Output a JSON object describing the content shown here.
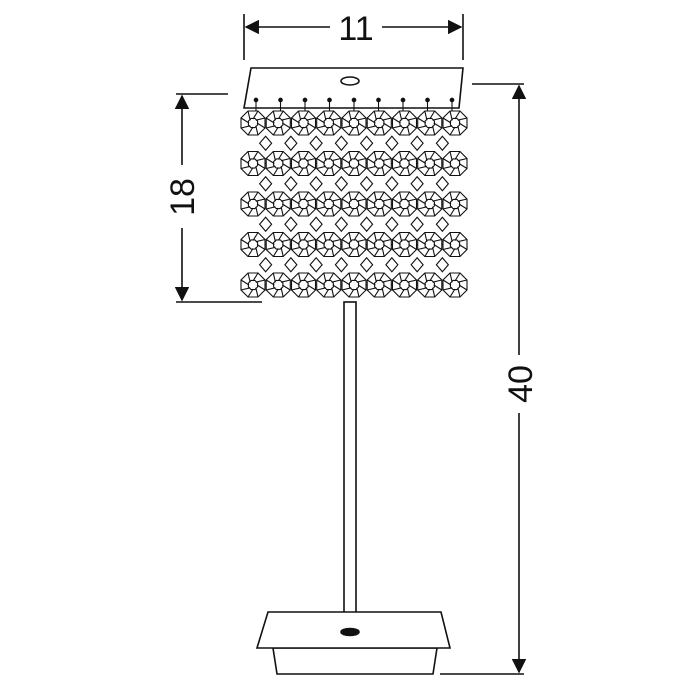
{
  "dimensions": {
    "width": "11",
    "shade_height": "18",
    "total_height": "40"
  },
  "colors": {
    "line": "#111111",
    "background": "#ffffff"
  },
  "crystal_grid": {
    "rows": 5,
    "columns": 9
  }
}
